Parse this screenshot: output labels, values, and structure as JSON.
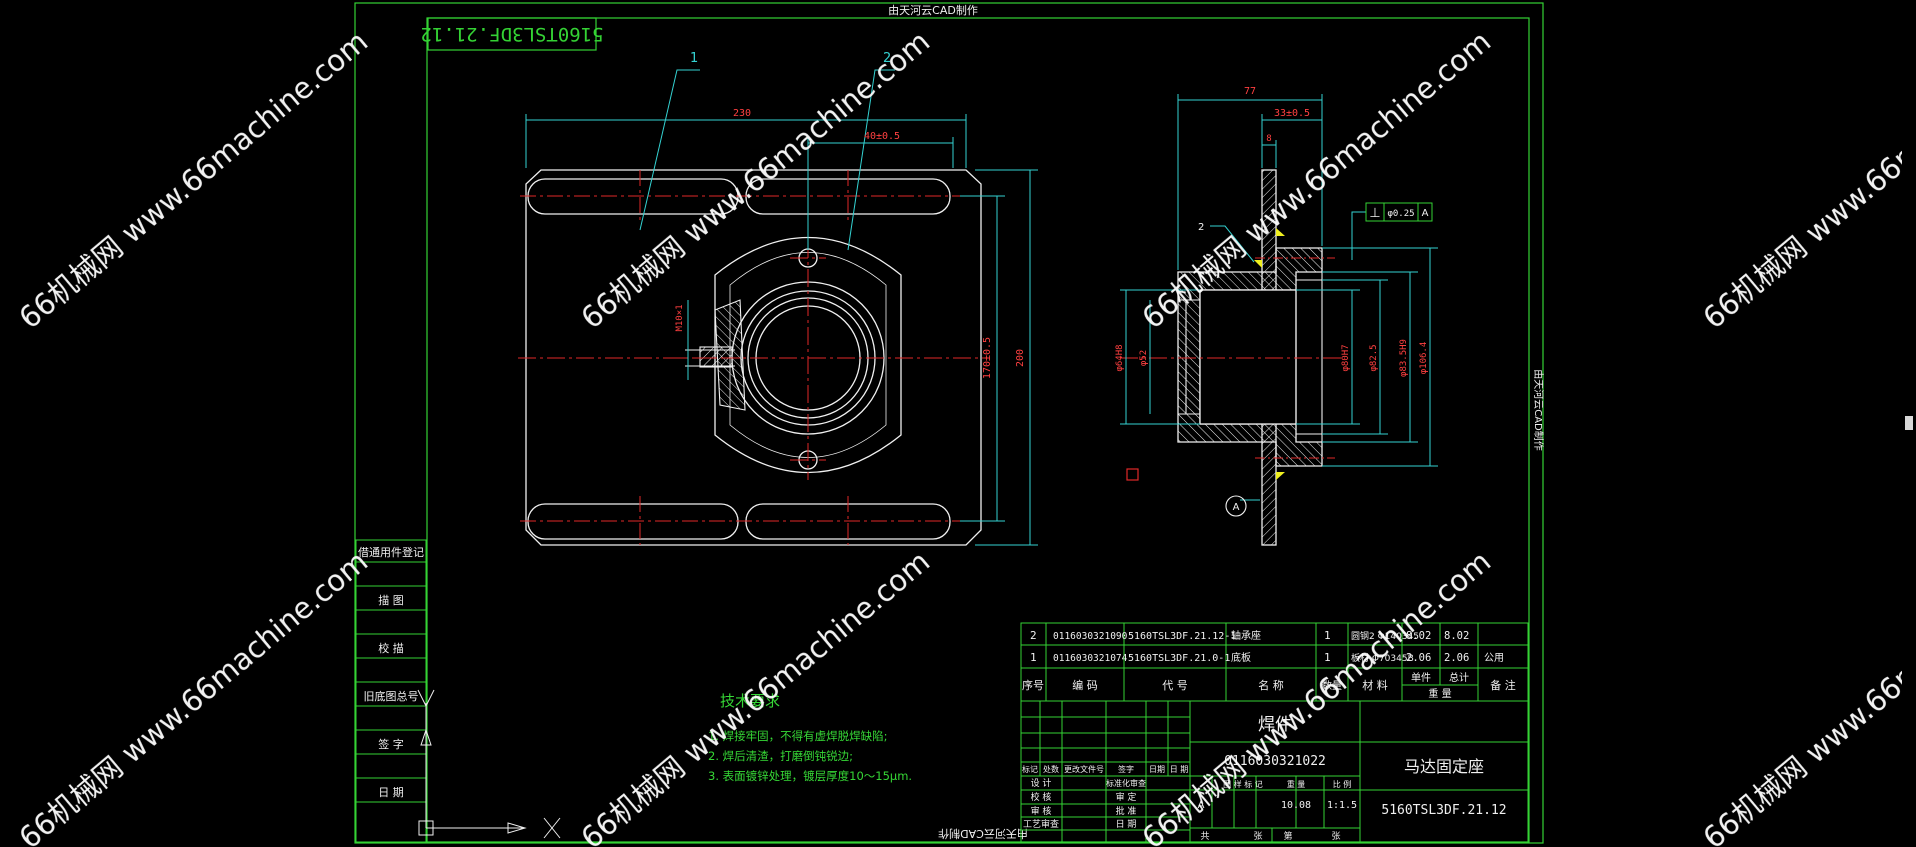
{
  "sheet": {
    "top_banner": "由天河云CAD制作",
    "bottom_banner": "由天河云CAD制作",
    "side_banner": "由天河云CAD制作",
    "drawing_code_box": "5160TSL3DF.21.12"
  },
  "watermarks": {
    "text": "66机械网 www.66machine.com"
  },
  "front_view": {
    "balloon_1": "1",
    "balloon_2": "2",
    "dim_width": "230",
    "dim_hole_spacing": "40±0.5",
    "dim_height_outer": "200",
    "dim_height_inner": "170±0.5",
    "dim_thread": "M10×1"
  },
  "section_view": {
    "dim_total_len": "77",
    "dim_flange": "33±0.5",
    "dim_small": "8",
    "gdt_symbol": "⊥",
    "gdt_tolerance": "φ0.25",
    "gdt_datum": "A",
    "datum_label": "A",
    "weld_mark": "2",
    "dim_d1": "φ64H8",
    "dim_d2": "φ52",
    "dim_d3": "φ80H7",
    "dim_d4": "φ82.5",
    "dim_d5": "φ83.5H9",
    "dim_d6": "φ106.4"
  },
  "left_column": {
    "rows": [
      "借通用件登记",
      "描 图",
      "校 描",
      "旧底图总号",
      "签 字",
      "日 期"
    ]
  },
  "tech_requirements": {
    "title": "技术要求",
    "items": [
      "1. 焊接牢固，不得有虚焊脱焊缺陷;",
      "2. 焊后清渣，打磨倒钝锐边;",
      "3. 表面镀锌处理，镀层厚度10～15μm."
    ]
  },
  "bom": {
    "rows": [
      {
        "seq": "2",
        "code": "0116030321090",
        "drawing": "5160TSL3DF.21.12-1",
        "name": "轴承座",
        "qty": "1",
        "material": "圆钢2 Φ140345",
        "unit_wt": "8.02",
        "total_wt": "8.02",
        "remark": ""
      },
      {
        "seq": "1",
        "code": "0116030321074",
        "drawing": "5160TSL3DF.21.0-1",
        "name": "底板",
        "qty": "1",
        "material": "板材 Φ70345B",
        "unit_wt": "2.06",
        "total_wt": "2.06",
        "remark": "公用"
      }
    ],
    "header": {
      "seq": "序号",
      "code": "编 码",
      "drawing": "代 号",
      "name": "名 称",
      "qty": "数量",
      "material": "材 料",
      "unit_wt": "单件",
      "total_wt": "总计",
      "weight": "重 量",
      "remark": "备 注"
    }
  },
  "title_block": {
    "part_type": "焊件",
    "code": "0116030321022",
    "part_name": "马达固定座",
    "drawing_no": "5160TSL3DF.21.12",
    "weight": "10.08",
    "scale": "1:1.5",
    "stage_mark": "A",
    "labels": {
      "designer": "设 计",
      "checker": "校 核",
      "reviewer": "审 核",
      "process": "工艺审查",
      "std": "标准化审查",
      "approve": "审 定",
      "approve2": "批 准",
      "date": "日 期",
      "mark": "标记",
      "count": "处数",
      "change": "更改文件号",
      "sign": "签字",
      "date2": "日期",
      "stage": "图 样 标 记",
      "wt": "重 量",
      "scale": "比 例",
      "sheet_total": "共",
      "sheet_num": "第",
      "sheet_unit1": "张",
      "sheet_unit2": "张"
    }
  },
  "colors": {
    "border": "#34d234",
    "object": "#f0f0f0",
    "dim": "#34d2d2",
    "center": "#e02828",
    "weld": "#f0f020",
    "text_green": "#36d836",
    "watermark": "#ffffff"
  }
}
